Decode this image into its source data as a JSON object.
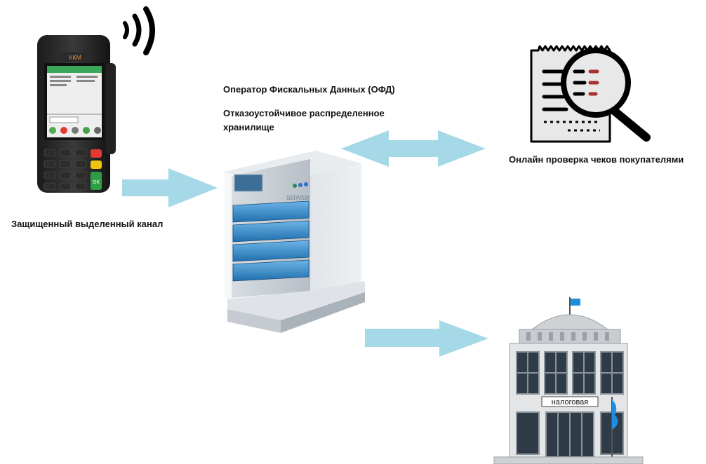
{
  "labels": {
    "channel": "Защищенный выделенный канал",
    "ofd_title": "Оператор Фискальных Данных (ОФД)",
    "ofd_storage": "Отказоустойчивое распределенное хранилище",
    "online_check": "Онлайн проверка чеков  покупателями"
  },
  "terminal": {
    "brand": "ККМ",
    "ok_key": "OK"
  },
  "server": {
    "brand": "SERVER"
  },
  "tax_office": {
    "sign": "налоговая"
  },
  "colors": {
    "arrow": "#a6d9e7",
    "server_blue": "#2f86c8",
    "flag": "#1e8fe0"
  },
  "icons": [
    "wireless-signal-icon",
    "receipt-magnifier-icon",
    "flag-icon"
  ]
}
